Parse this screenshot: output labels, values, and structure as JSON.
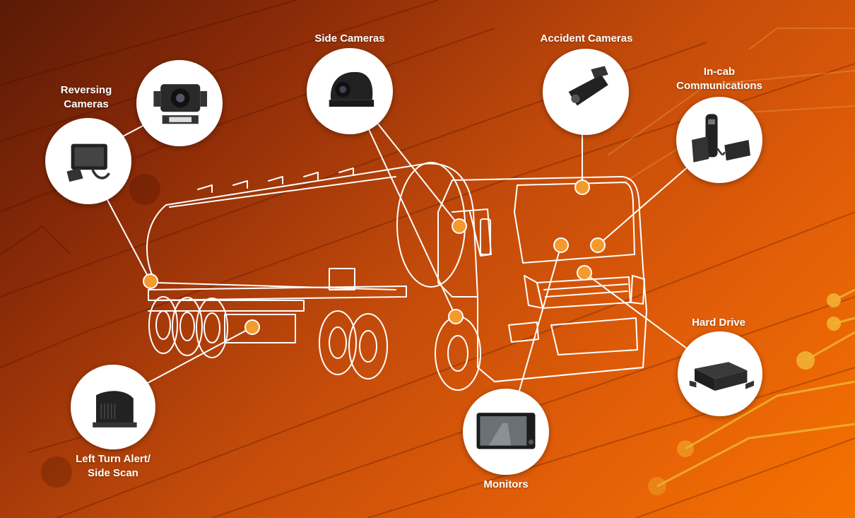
{
  "labels": {
    "reversing_cameras": "Reversing\nCameras",
    "side_cameras": "Side Cameras",
    "accident_cameras": "Accident Cameras",
    "in_cab_communications": "In-cab\nCommunications",
    "hard_drive": "Hard Drive",
    "monitors": "Monitors",
    "left_turn_alert": "Left Turn Alert/\nSide Scan"
  },
  "colors": {
    "accent_dot": "#f59a2c",
    "line": "#ffffff",
    "circuit_gold": "#f2b233"
  },
  "icons": [
    "reversing-monitor-icon",
    "reversing-camera-icon",
    "side-camera-icon",
    "dash-camera-icon",
    "cb-radio-handset-icon",
    "dvr-hard-drive-icon",
    "display-monitor-icon",
    "side-scan-sensor-icon",
    "tanker-truck-outline"
  ]
}
